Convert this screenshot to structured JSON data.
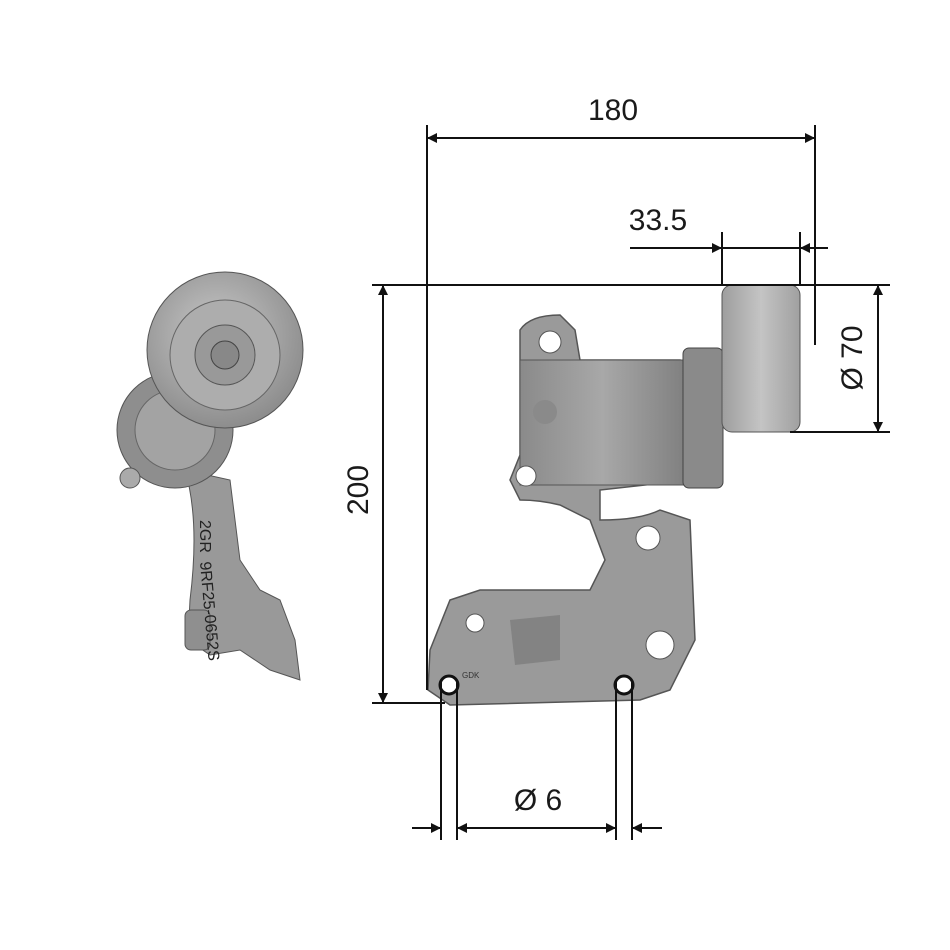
{
  "dimensions": {
    "width": "180",
    "pulley_width": "33.5",
    "pulley_diameter": "Ø 70",
    "height": "200",
    "hole_diameter": "Ø 6"
  },
  "part_markings": {
    "line1": "2GR",
    "line2": "9RF25-0652S",
    "base_mark": "GDK"
  },
  "colors": {
    "metal": "#9a9a9a",
    "metal_light": "#b8b8b8",
    "metal_dark": "#6e6e6e",
    "line": "#111111"
  }
}
